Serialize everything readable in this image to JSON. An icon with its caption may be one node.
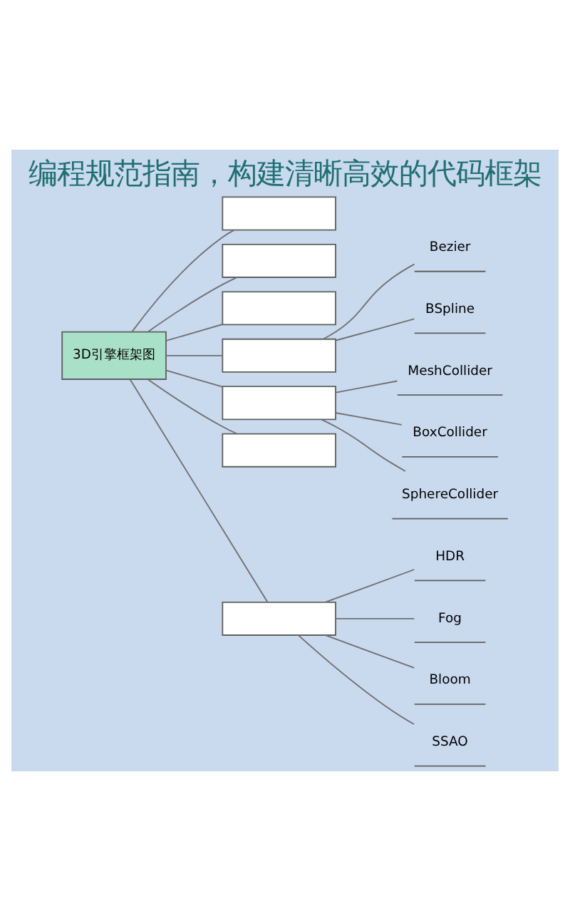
{
  "diagram": {
    "title": "编程规范指南，构建清晰高效的代码框架",
    "nodes": [
      {
        "text": [
          "3D引擎框架图"
        ]
      },
      {
        "text": [],
        "shape": "box"
      },
      {
        "text": [],
        "shape": "box"
      },
      {
        "text": [],
        "shape": "box"
      },
      {
        "text": [],
        "shape": "box"
      },
      {
        "text": [],
        "shape": "box"
      },
      {
        "text": [],
        "shape": "box"
      },
      {
        "text": [],
        "shape": "box"
      },
      {
        "text": [
          "Bezier"
        ]
      },
      {
        "text": [
          "BSpline"
        ]
      },
      {
        "text": [
          "MeshCollider"
        ]
      },
      {
        "text": [
          "BoxCollider"
        ]
      },
      {
        "text": [
          "SphereCollider"
        ]
      },
      {
        "text": [
          "HDR"
        ]
      },
      {
        "text": [
          "Fog"
        ]
      },
      {
        "text": [
          "Bloom"
        ]
      },
      {
        "text": [
          "SSAO"
        ]
      }
    ],
    "edges": [
      {
        "from": 0,
        "to": 1,
        "arrow": "none"
      },
      {
        "from": 0,
        "to": 2,
        "arrow": "none"
      },
      {
        "from": 0,
        "to": 3,
        "arrow": "none"
      },
      {
        "from": 0,
        "to": 4,
        "arrow": "none"
      },
      {
        "from": 0,
        "to": 5,
        "arrow": "none"
      },
      {
        "from": 0,
        "to": 6,
        "arrow": "none"
      },
      {
        "from": 0,
        "to": 7,
        "arrow": "none"
      },
      {
        "from": 4,
        "to": 8,
        "arrow": "none"
      },
      {
        "from": 4,
        "to": 9,
        "arrow": "none"
      },
      {
        "from": 5,
        "to": 10,
        "arrow": "none"
      },
      {
        "from": 5,
        "to": 11,
        "arrow": "none"
      },
      {
        "from": 5,
        "to": 12,
        "arrow": "none"
      },
      {
        "from": 7,
        "to": 13,
        "arrow": "none"
      },
      {
        "from": 7,
        "to": 14,
        "arrow": "none"
      },
      {
        "from": 7,
        "to": 15,
        "arrow": "none"
      },
      {
        "from": 7,
        "to": 16,
        "arrow": "none"
      }
    ]
  }
}
